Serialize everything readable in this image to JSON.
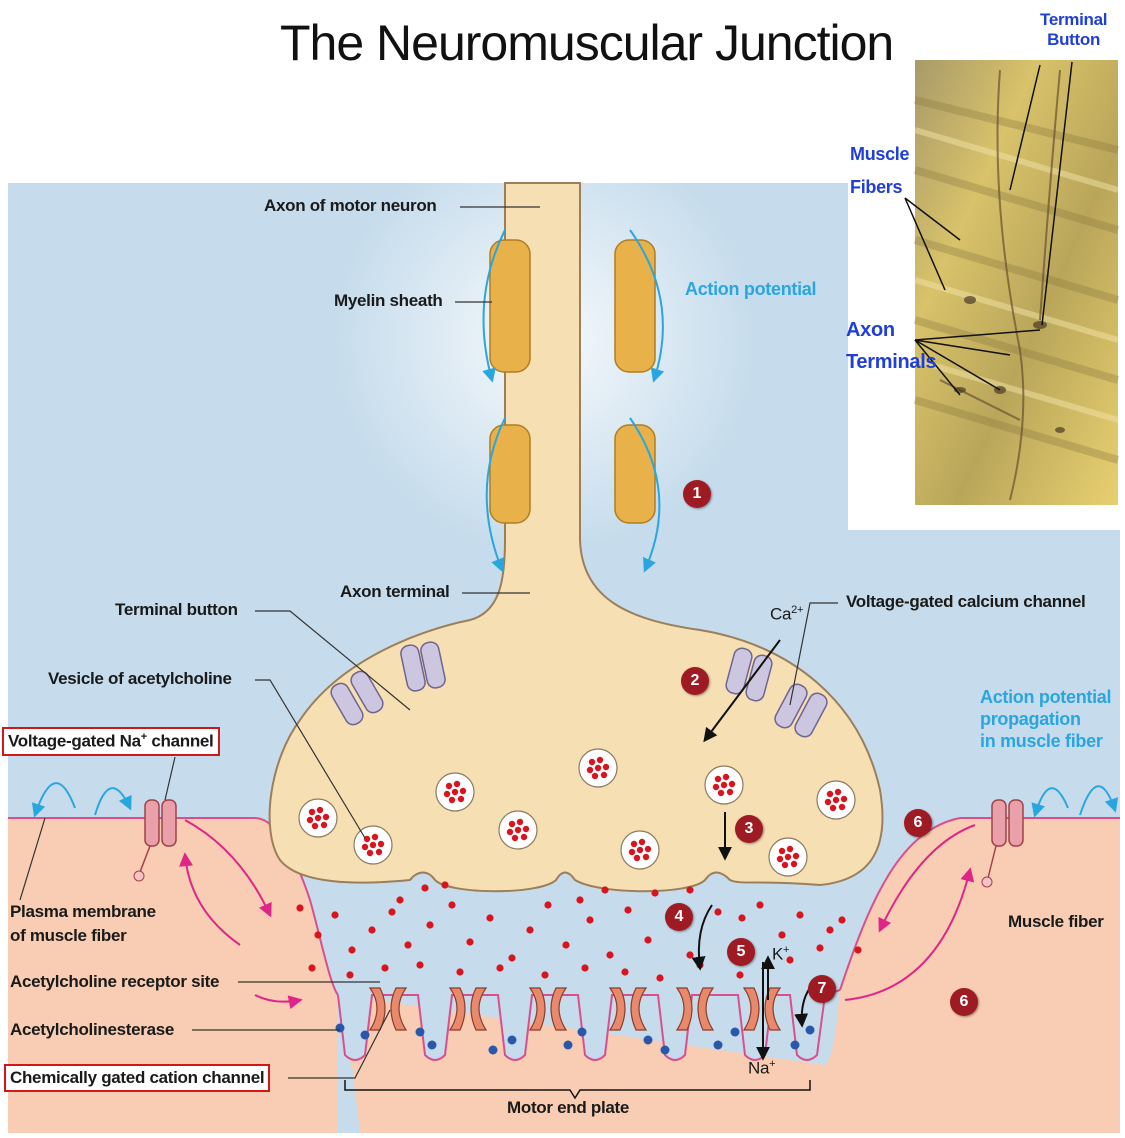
{
  "title": "The Neuromuscular Junction",
  "labels": {
    "axon_motor_neuron": "Axon of motor neuron",
    "myelin_sheath": "Myelin sheath",
    "action_potential": "Action potential",
    "axon_terminal": "Axon terminal",
    "terminal_button": "Terminal button",
    "vesicle_ach": "Vesicle of acetylcholine",
    "vg_na_channel_prefix": "Voltage-gated Na",
    "vg_na_channel_sup": "+",
    "vg_na_channel_suffix": " channel",
    "plasma_membrane_1": "Plasma membrane",
    "plasma_membrane_2": "of muscle fiber",
    "ach_receptor_site": "Acetylcholine receptor site",
    "acetylcholinesterase": "Acetylcholinesterase",
    "chem_gated_channel": "Chemically gated cation channel",
    "motor_end_plate": "Motor end plate",
    "muscle_fiber": "Muscle fiber",
    "vg_calcium_channel": "Voltage-gated calcium channel",
    "ap_propagation_1": "Action potential",
    "ap_propagation_2": "propagation",
    "ap_propagation_3": "in muscle fiber",
    "ca_ion": "Ca",
    "ca_charge": "2+",
    "k_ion": "K",
    "k_charge": "+",
    "na_ion": "Na",
    "na_charge": "+"
  },
  "inset": {
    "terminal_button_1": "Terminal",
    "terminal_button_2": "Button",
    "muscle_fibers_1": "Muscle",
    "muscle_fibers_2": "Fibers",
    "axon_terminals_1": "Axon",
    "axon_terminals_2": "Terminals"
  },
  "steps": [
    "1",
    "2",
    "3",
    "4",
    "5",
    "6",
    "6",
    "7"
  ],
  "colors": {
    "fluid": "#c6dcec",
    "neuron": "#f7dfb4",
    "neuron_stroke": "#9c7f5a",
    "myelin": "#e8b14a",
    "muscle": "#f8cdb3",
    "ach_dot": "#d8141e",
    "esterase": "#2b57a8",
    "step_marker": "#9e1b24",
    "ap_arrow": "#2aa6df",
    "propagation_arrow": "#e0258a",
    "membrane": "#d94f8e"
  }
}
